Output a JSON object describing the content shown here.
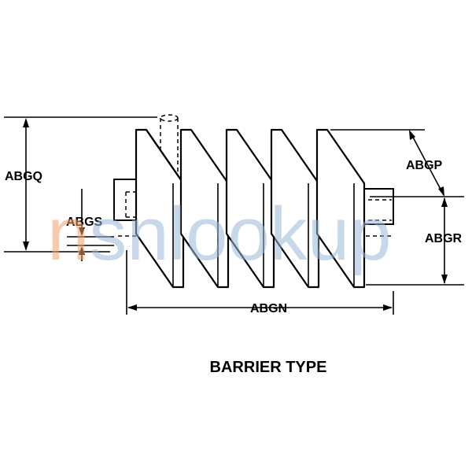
{
  "diagram": {
    "title": "BARRIER TYPE",
    "dimensions": {
      "abgq": "ABGQ",
      "abgs": "ABGS",
      "abgp": "ABGP",
      "abgr": "ABGR",
      "abgn": "ABGN"
    },
    "watermark": {
      "text": "nsnlookup",
      "first_letter": "n",
      "rest": "snlookup",
      "accent_color": "#f5a26b",
      "color": "#9bb9d9"
    }
  }
}
